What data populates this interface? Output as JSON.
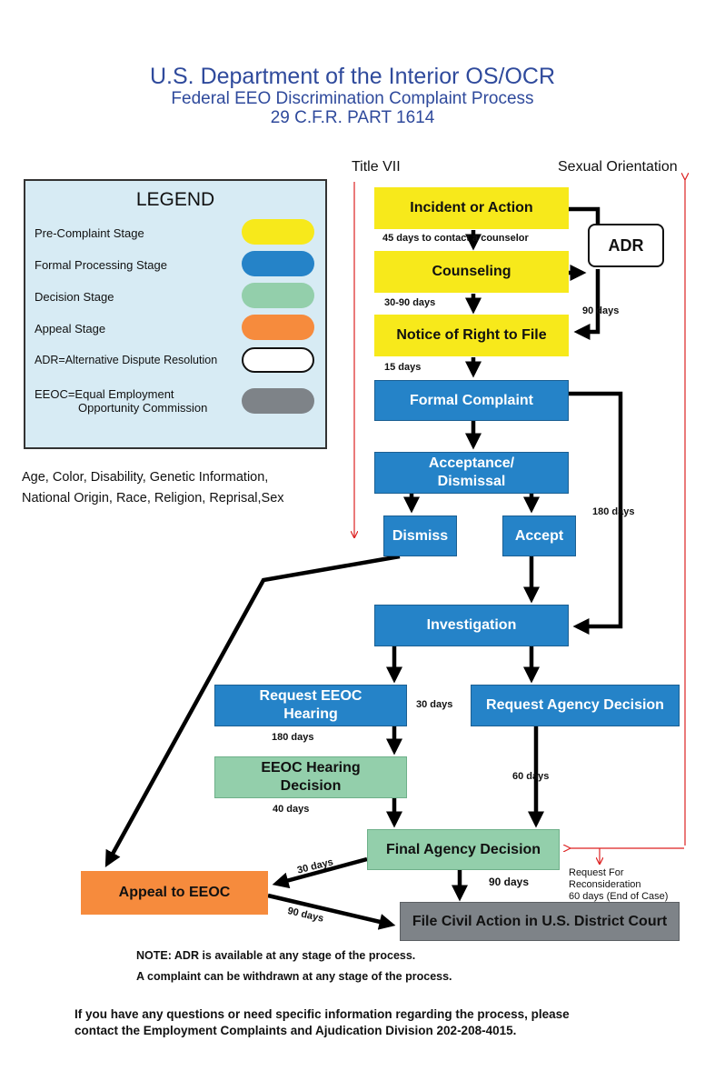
{
  "header": {
    "line1": "U.S. Department of the Interior OS/OCR",
    "line2": "Federal EEO Discrimination Complaint Process",
    "line3": "29 C.F.R. PART 1614"
  },
  "legend": {
    "title": "LEGEND",
    "items": [
      {
        "label": "Pre-Complaint Stage",
        "color": "#f7e91b"
      },
      {
        "label": "Formal Processing Stage",
        "color": "#2583c8"
      },
      {
        "label": "Decision Stage",
        "color": "#93cfab"
      },
      {
        "label": "Appeal Stage",
        "color": "#f68b3d"
      },
      {
        "label": "ADR=Alternative Dispute Resolution",
        "color": "#ffffff"
      },
      {
        "label": "EEOC=Equal Employment Opportunity Commission",
        "color": "#7e8388"
      }
    ],
    "eeoc_line1": "EEOC=Equal Employment",
    "eeoc_line2": "Opportunity Commission"
  },
  "scope": {
    "line1": "Age, Color, Disability, Genetic Information,",
    "line2": "National Origin, Race, Religion, Reprisal,Sex"
  },
  "markers": {
    "title_vii": "Title VII",
    "sexual_orientation": "Sexual Orientation"
  },
  "nodes": {
    "incident": "Incident or Action",
    "counseling": "Counseling",
    "notice": "Notice of Right to File",
    "adr": "ADR",
    "formal": "Formal Complaint",
    "acceptance": "Acceptance/ Dismissal",
    "dismiss": "Dismiss",
    "accept": "Accept",
    "investigation": "Investigation",
    "request_hearing": "Request EEOC Hearing",
    "request_agency": "Request Agency Decision",
    "hearing_decision": "EEOC Hearing Decision",
    "final_agency": "Final Agency Decision",
    "appeal": "Appeal to EEOC",
    "civil": "File Civil Action in U.S. District Court"
  },
  "timelines": {
    "d45": "45 days to contact a counselor",
    "d30_90": "30-90 days",
    "d90_adr": "90 days",
    "d15": "15 days",
    "d180_formal": "180 days",
    "d30_hearing": "30 days",
    "d180_hearing": "180 days",
    "d60": "60 days",
    "d40": "40 days",
    "d30_appeal": "30 days",
    "d90_final": "90 days",
    "d90_appeal": "90 days",
    "reconsideration_1": "Request For",
    "reconsideration_2": "Reconsideration",
    "reconsideration_3": "60 days (End of Case)"
  },
  "notes": {
    "adr_note": "NOTE: ADR is available at any stage of the process.",
    "withdraw_note": "A complaint can be withdrawn at any stage of the process."
  },
  "contact": {
    "line1": "If you have any questions or need specific information regarding the process, please",
    "line2": "contact the Employment Complaints and Ajudication Division 202-208-4015."
  }
}
